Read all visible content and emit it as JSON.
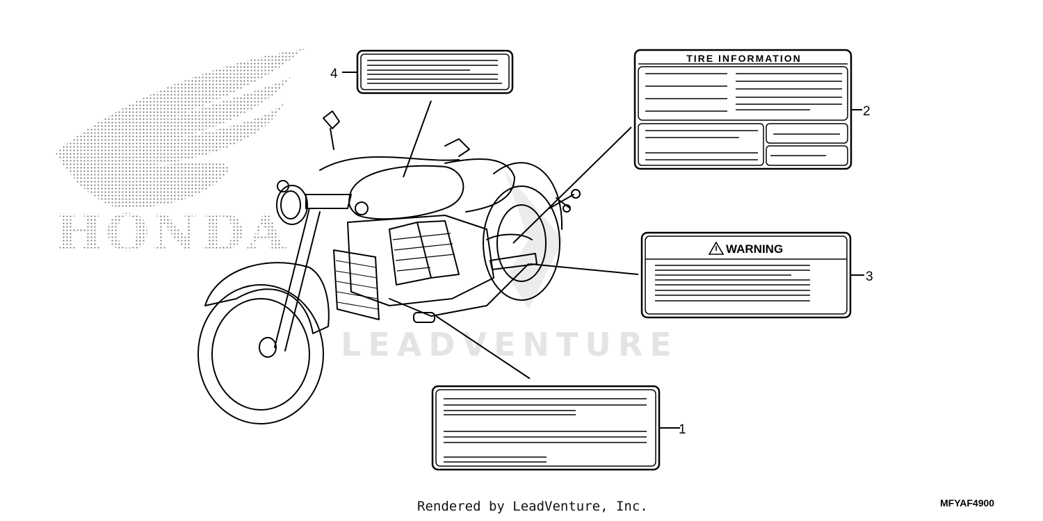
{
  "diagram": {
    "brand_text": "HONDA",
    "watermark_text": "LEADVENTURE",
    "callouts": [
      {
        "number": "1"
      },
      {
        "number": "2"
      },
      {
        "number": "3"
      },
      {
        "number": "4"
      }
    ],
    "tire_label_title": "TIRE INFORMATION",
    "warning_label_title": "WARNING",
    "footer_text": "Rendered by LeadVenture, Inc.",
    "diagram_code": "MFYAF4900"
  }
}
